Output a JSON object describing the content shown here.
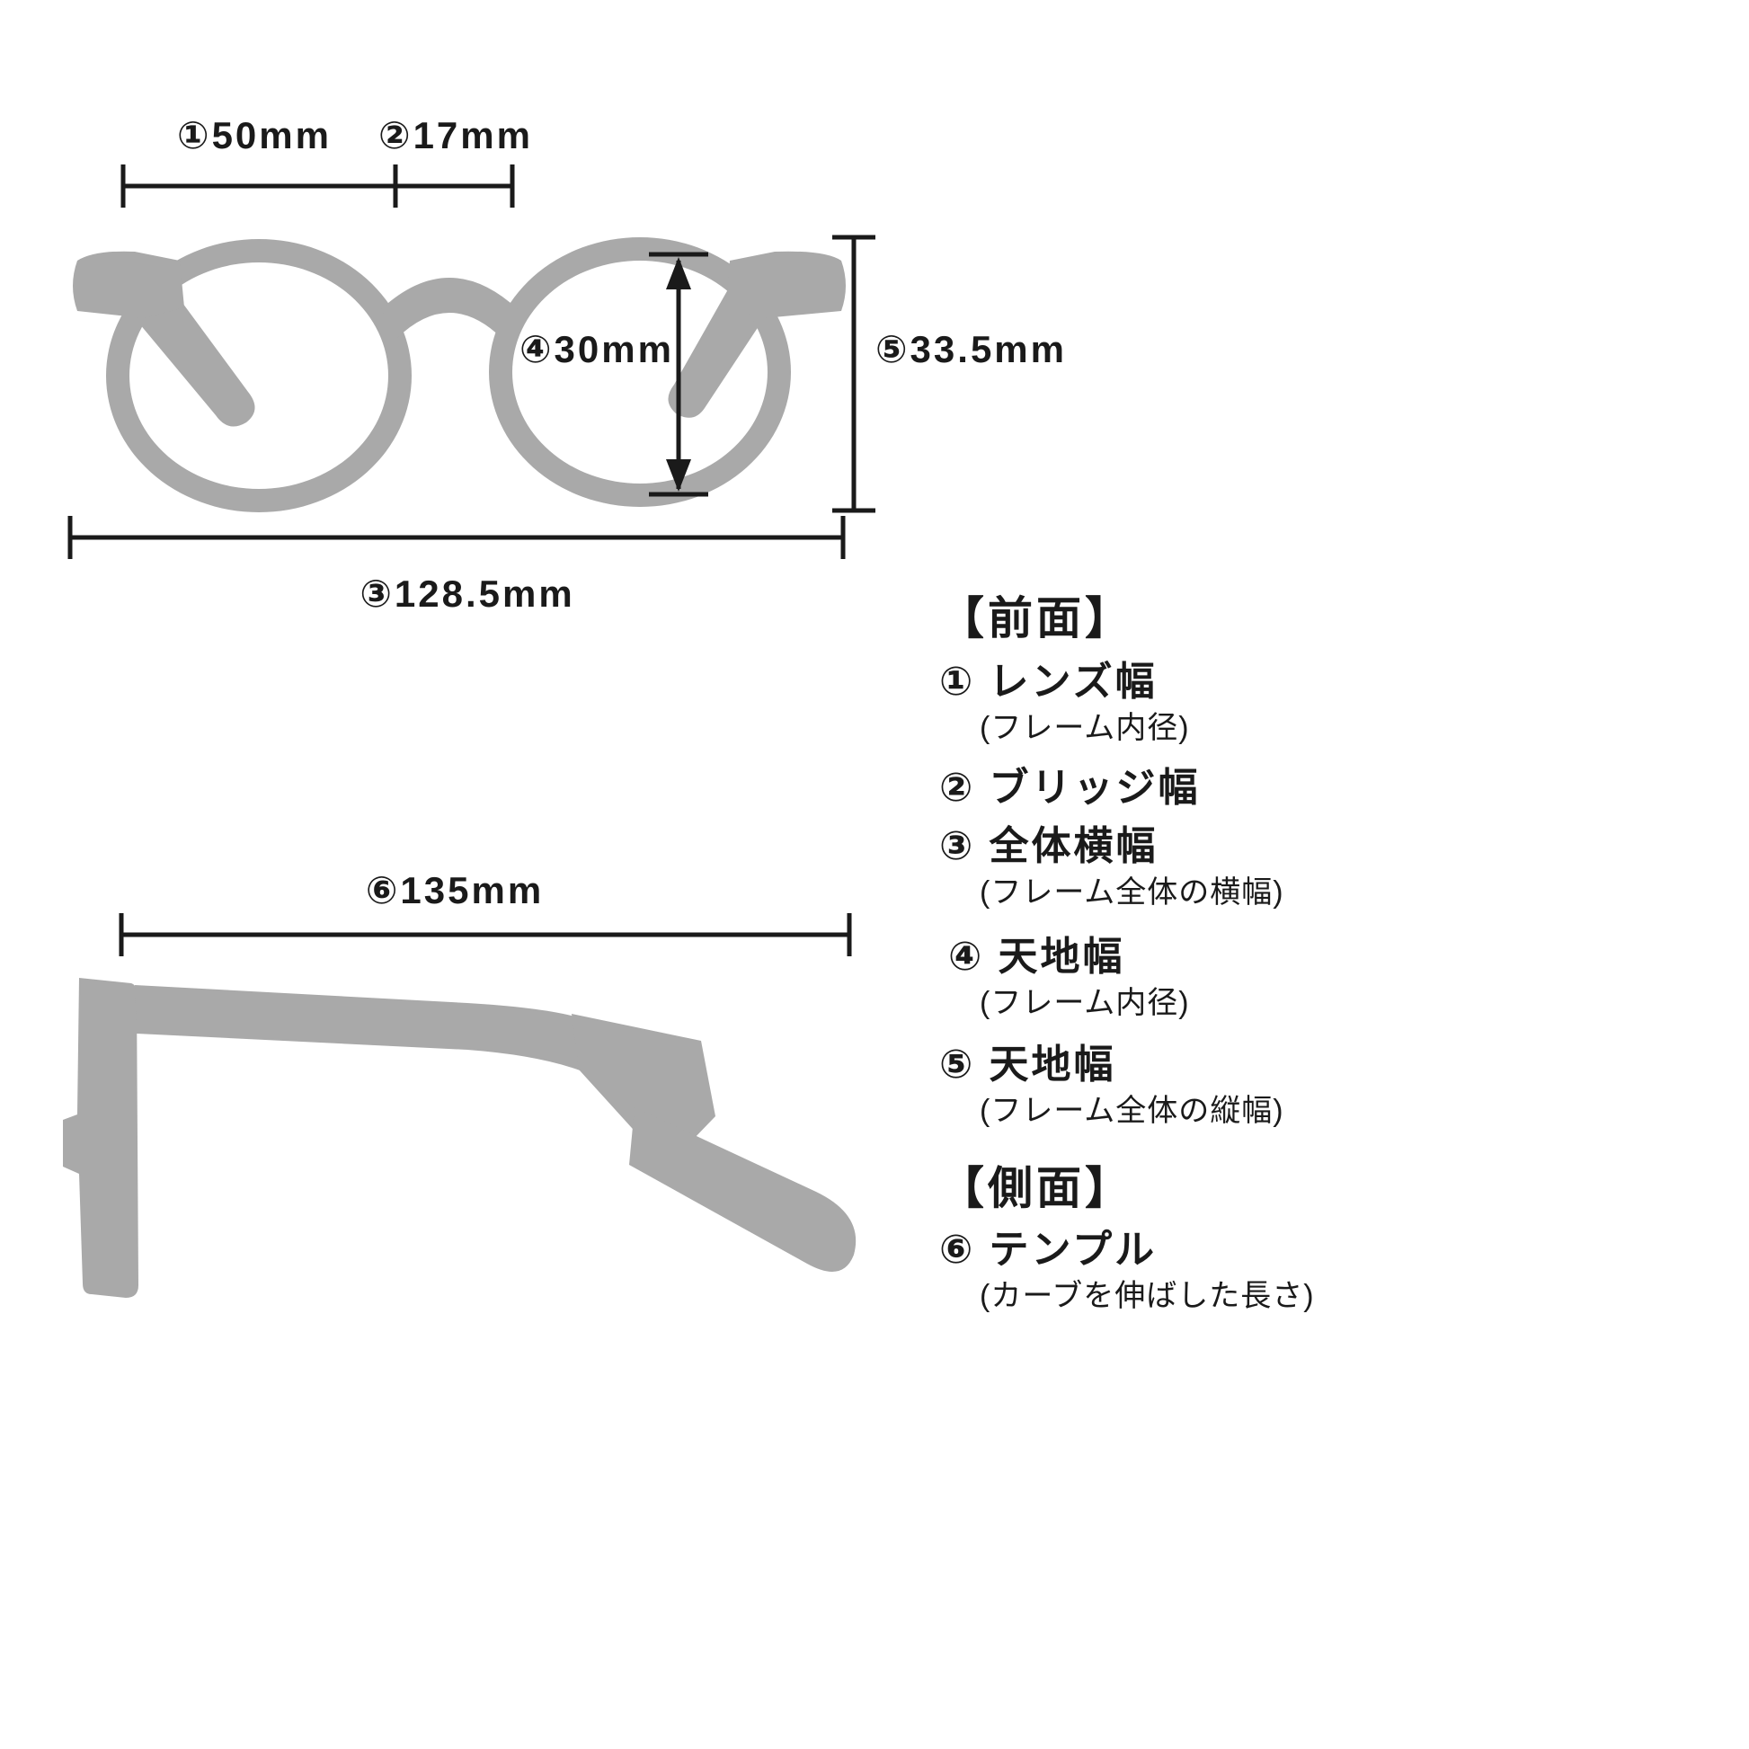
{
  "colors": {
    "background": "#ffffff",
    "silhouette": "#a9a9a9",
    "line": "#1a1a1a",
    "text": "#1a1a1a"
  },
  "front_view": {
    "lens_width": "①50mm",
    "bridge_width": "②17mm",
    "total_width": "③128.5mm",
    "lens_height": "④30mm",
    "frame_height": "⑤33.5mm"
  },
  "side_view": {
    "temple_length": "⑥135mm"
  },
  "legend": {
    "front_heading": "【前面】",
    "side_heading": "【側面】",
    "items": [
      {
        "label": "① レンズ幅",
        "sub": "(フレーム内径)"
      },
      {
        "label": "② ブリッジ幅",
        "sub": ""
      },
      {
        "label": "③ 全体横幅",
        "sub": "(フレーム全体の横幅)"
      },
      {
        "label": "④ 天地幅",
        "sub": "(フレーム内径)"
      },
      {
        "label": "⑤ 天地幅",
        "sub": "(フレーム全体の縦幅)"
      },
      {
        "label": "⑥ テンプル",
        "sub": "(カーブを伸ばした長さ)"
      }
    ]
  }
}
